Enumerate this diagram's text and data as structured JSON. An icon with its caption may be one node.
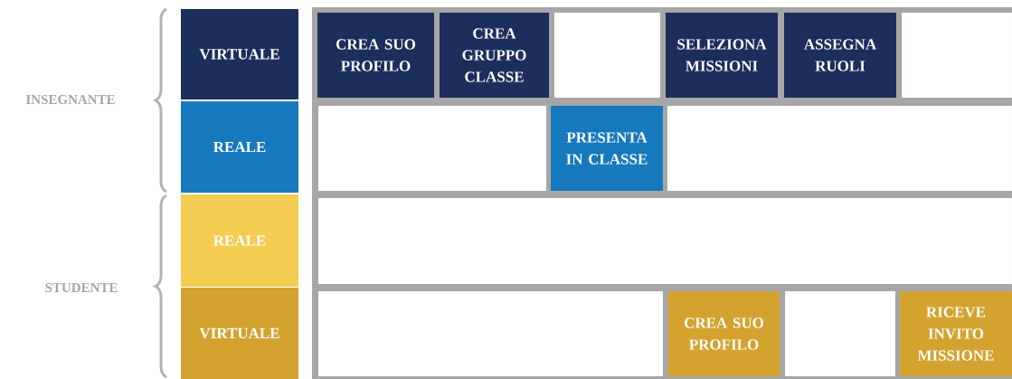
{
  "diagram": {
    "nodes": [
      {
        "text": [
          "VIRTUALE"
        ]
      },
      {
        "text": [
          "CREA SUO PROFILO"
        ]
      },
      {
        "text": [
          "CREA GRUPPO CLASSE"
        ]
      },
      {
        "text": [],
        "shape": "box"
      },
      {
        "text": [
          "SELEZIONA MISSIONI"
        ]
      },
      {
        "text": [
          "ASSEGNA RUOLI"
        ]
      },
      {
        "text": [],
        "shape": "box"
      },
      {
        "text": [
          "REALE"
        ]
      },
      {
        "text": [],
        "shape": "box"
      },
      {
        "text": [
          "PRESENTA IN CLASSE"
        ]
      },
      {
        "text": [],
        "shape": "box"
      },
      {
        "text": [
          "REALE"
        ]
      },
      {
        "text": [],
        "shape": "box"
      },
      {
        "text": [
          "VIRTUALE"
        ]
      },
      {
        "text": [],
        "shape": "box"
      },
      {
        "text": [
          "CREA SUO PROFILO"
        ]
      },
      {
        "text": [],
        "shape": "box"
      },
      {
        "text": [
          "RICEVE INVITO MISSIONE"
        ]
      }
    ],
    "labels": [
      "INSEGNANTE",
      "STUDENTE"
    ]
  }
}
